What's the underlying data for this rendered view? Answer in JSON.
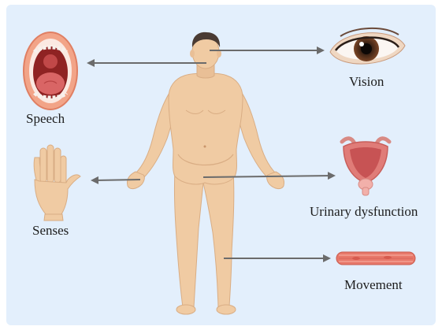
{
  "labels": {
    "speech": "Speech",
    "vision": "Vision",
    "senses": "Senses",
    "urinary": "Urinary dysfunction",
    "movement": "Movement"
  },
  "colors": {
    "background": "#e3effc",
    "skin": "#f0cba3",
    "hair": "#4a3b33",
    "arrow": "#6b6b6b"
  },
  "icons": {
    "speech": "open-mouth-icon",
    "vision": "eye-icon",
    "senses": "hand-icon",
    "urinary": "bladder-icon",
    "movement": "muscle-fiber-icon"
  }
}
